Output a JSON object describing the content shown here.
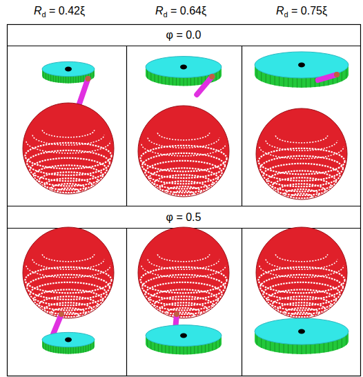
{
  "diagram": {
    "labels": [
      "Rd = 0.42ξ",
      "Rd = 0.64ξ",
      "Rd = 0.75ξ",
      "φ = 0.0",
      "φ = 0.5"
    ]
  }
}
